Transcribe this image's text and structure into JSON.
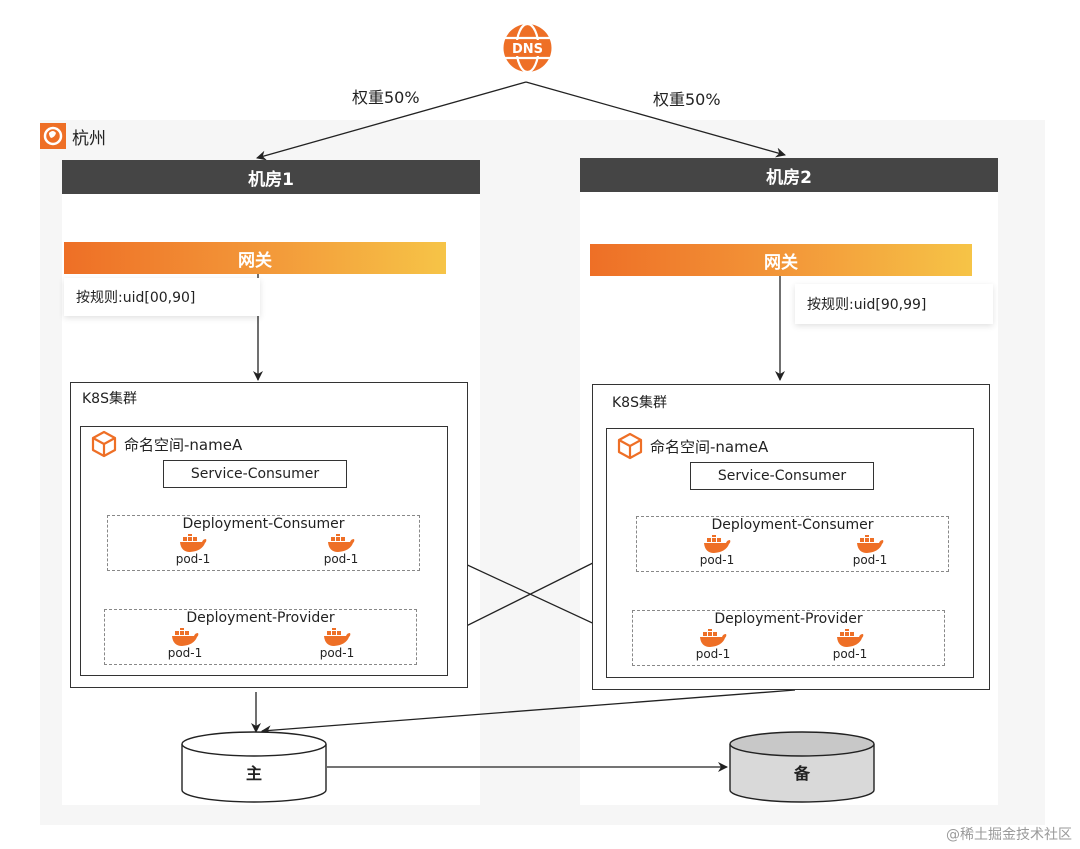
{
  "dns": {
    "label": "DNS"
  },
  "weights": {
    "left": "权重50%",
    "right": "权重50%"
  },
  "region": {
    "label": "杭州"
  },
  "rooms": [
    {
      "title": "机房1",
      "gateway": "网关",
      "rule": "按规则:uid[00,90]",
      "cluster": "K8S集群",
      "namespace": "命名空间-nameA",
      "service": "Service-Consumer",
      "consumer": {
        "title": "Deployment-Consumer",
        "pods": [
          "pod-1",
          "pod-1"
        ]
      },
      "provider": {
        "title": "Deployment-Provider",
        "pods": [
          "pod-1",
          "pod-1"
        ]
      }
    },
    {
      "title": "机房2",
      "gateway": "网关",
      "rule": "按规则:uid[90,99]",
      "cluster": "K8S集群",
      "namespace": "命名空间-nameA",
      "service": "Service-Consumer",
      "consumer": {
        "title": "Deployment-Consumer",
        "pods": [
          "pod-1",
          "pod-1"
        ]
      },
      "provider": {
        "title": "Deployment-Provider",
        "pods": [
          "pod-1",
          "pod-1"
        ]
      }
    }
  ],
  "databases": {
    "primary": "主",
    "standby": "备"
  },
  "watermark": "@稀土掘金技术社区",
  "colors": {
    "accent": "#ee6f26",
    "header": "#454545",
    "docker": "#ee6f26",
    "standby_db": "#d9d9d9"
  }
}
